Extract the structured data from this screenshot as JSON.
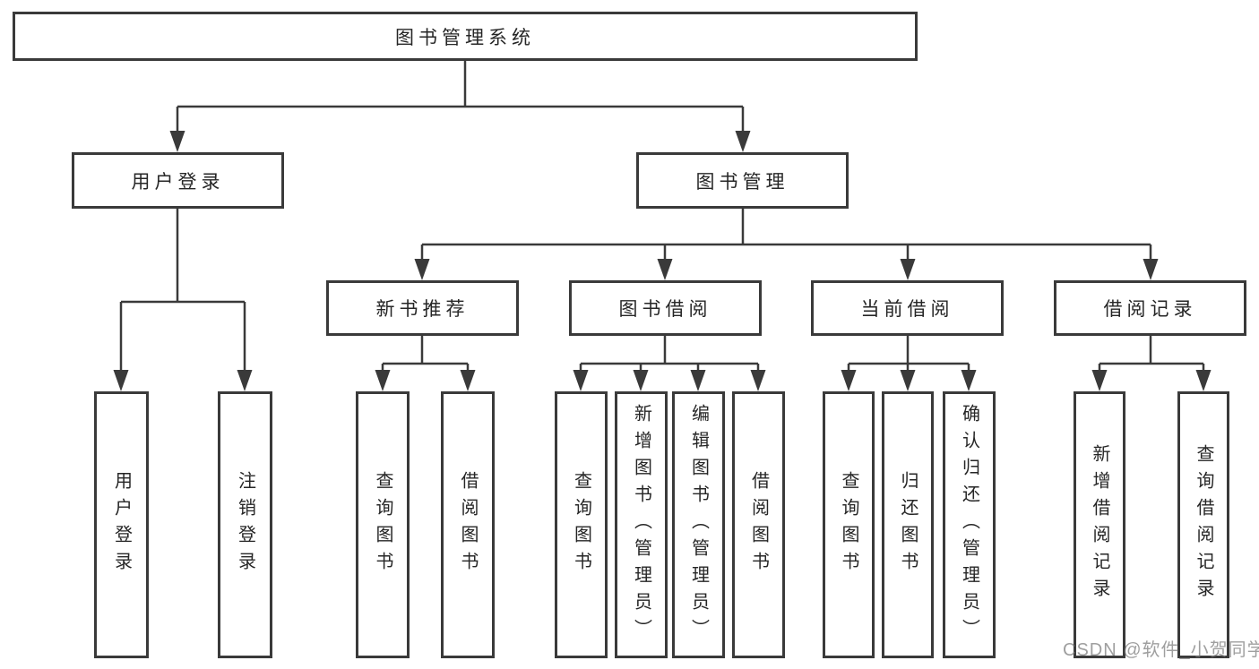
{
  "colors": {
    "background": "#ffffff",
    "line": "#3a3a3a",
    "box_border": "#3a3a3a",
    "text": "#262626",
    "watermark": "#7a7a7a"
  },
  "nodes": {
    "root": "图书管理系统",
    "user_login": "用户登录",
    "book_management": "图书管理",
    "new_book_recommend": "新书推荐",
    "book_borrowing": "图书借阅",
    "current_borrowing": "当前借阅",
    "borrowing_records": "借阅记录",
    "leaf_user_login": "用户登录",
    "leaf_logout": "注销登录",
    "leaf_query_book_recommend": "查询图书",
    "leaf_borrow_book_recommend": "借阅图书",
    "leaf_query_book_borrowing": "查询图书",
    "leaf_add_book_admin": "新增图书（管理员）",
    "leaf_edit_book_admin": "编辑图书（管理员）",
    "leaf_borrow_book_borrowing": "借阅图书",
    "leaf_query_book_current": "查询图书",
    "leaf_return_book": "归还图书",
    "leaf_confirm_return_admin": "确认归还（管理员）",
    "leaf_add_borrow_record": "新增借阅记录",
    "leaf_query_borrow_record": "查询借阅记录"
  },
  "watermark": {
    "text": "CSDN @软件_小贺同学"
  }
}
